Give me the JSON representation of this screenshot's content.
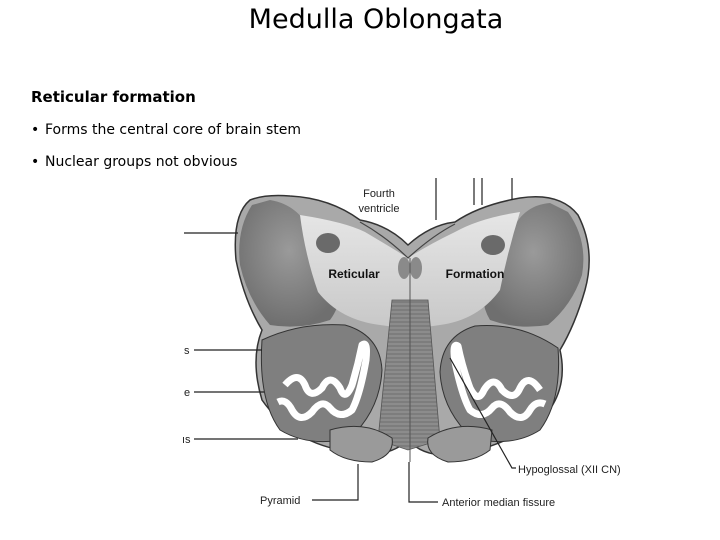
{
  "slide": {
    "title": "Medulla Oblongata",
    "heading": "Reticular formation",
    "bullets": [
      "Forms the central core of brain stem",
      "Nuclear groups not obvious"
    ],
    "bullet_glyph": "•"
  },
  "figure": {
    "labels": {
      "fourth_ventricle_line1": "Fourth",
      "fourth_ventricle_line2": "ventricle",
      "reticular": "Reticular",
      "formation": "Formation",
      "left_label_s": "s",
      "left_label_e": "e",
      "left_label_is": "ıs",
      "hypoglossal": "Hypoglossal (XII CN)",
      "pyramid": "Pyramid",
      "anterior_median_fissure": "Anterior median fissure"
    }
  }
}
